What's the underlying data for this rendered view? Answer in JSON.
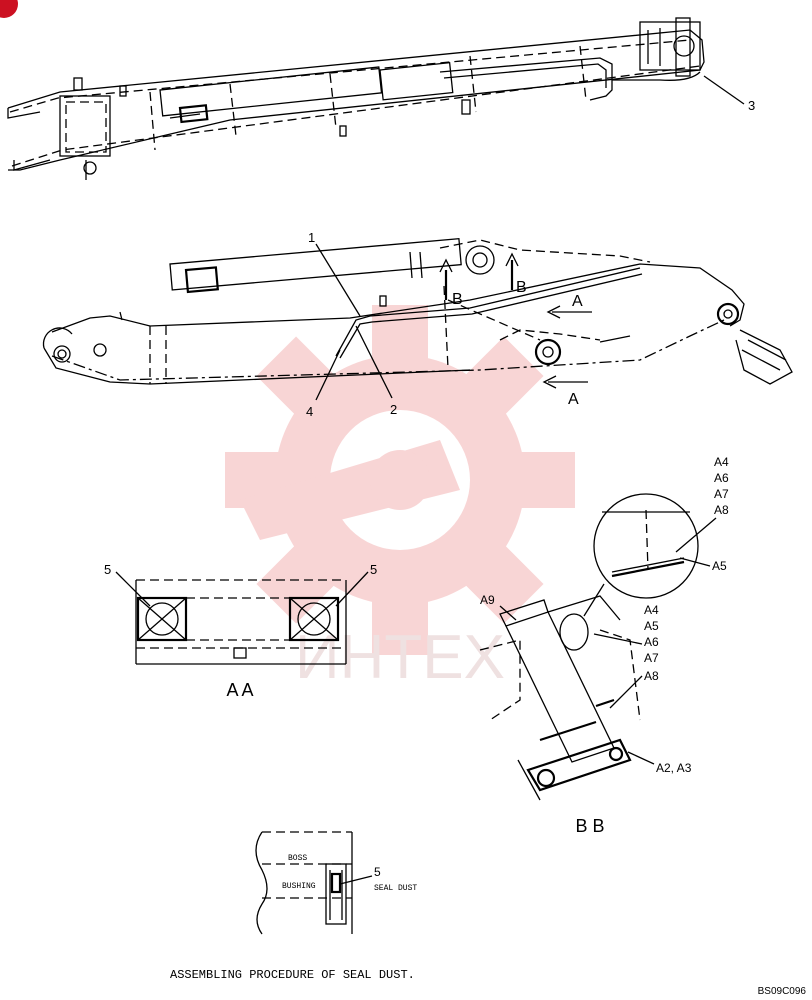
{
  "drawing_code": "BS09C096",
  "watermark_text": "ИНТЕХ",
  "colors": {
    "line": "#000000",
    "watermark": "#f4b3b3",
    "corner_mark": "#cc1122"
  },
  "callouts": {
    "c1": "1",
    "c2": "2",
    "c3": "3",
    "c4": "4",
    "c5_left": "5",
    "c5_right": "5",
    "c5_detail": "5"
  },
  "section_markers": {
    "a_top": "A",
    "a_bottom": "A",
    "b_left": "B",
    "b_right": "B"
  },
  "views": {
    "section_aa": "A A",
    "section_bb": "B B"
  },
  "detail_bb_labels": {
    "upper_group": [
      "A4",
      "A6",
      "A7",
      "A8"
    ],
    "a5": "A5",
    "a9": "A9",
    "lower_group": [
      "A4",
      "A5",
      "A6",
      "A7",
      "A8"
    ],
    "a2_a3": "A2, A3"
  },
  "seal_detail": {
    "boss": "BOSS",
    "bushing": "BUSHING",
    "seal_dust": "SEAL DUST",
    "caption": "ASSEMBLING PROCEDURE OF SEAL DUST."
  }
}
